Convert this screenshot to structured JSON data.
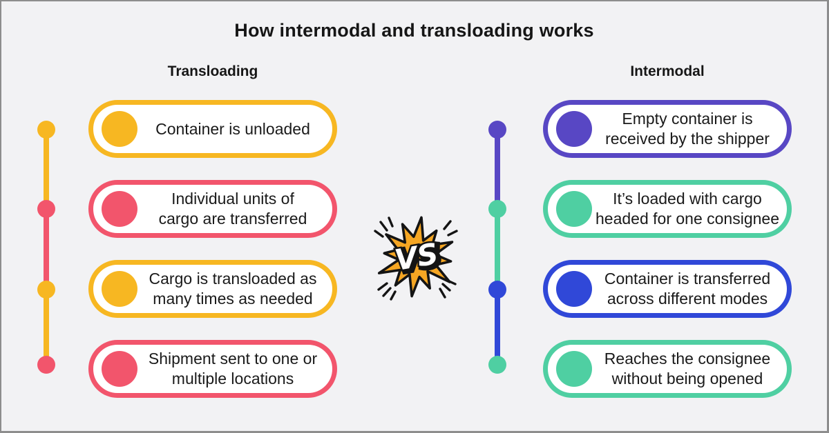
{
  "title": "How intermodal and transloading works",
  "colors": {
    "background": "#F2F2F4",
    "frame_border": "#8D8D8D",
    "text": "#161616",
    "yellow": "#F7B722",
    "red": "#F2556C",
    "purple": "#5847C4",
    "green": "#4FCFA2",
    "blue": "#3048D8",
    "burst_fill": "#F5A623",
    "burst_outline": "#141414",
    "vs_text_fill": "#FFFFFF"
  },
  "vs_badge": {
    "label": "VS"
  },
  "columns": [
    {
      "id": "transloading",
      "header": "Transloading",
      "steps": [
        {
          "lines": [
            "Container is unloaded"
          ],
          "color_key": "yellow"
        },
        {
          "lines": [
            "Individual units of",
            "cargo are transferred"
          ],
          "color_key": "red"
        },
        {
          "lines": [
            "Cargo is transloaded as",
            "many times as needed"
          ],
          "color_key": "yellow"
        },
        {
          "lines": [
            "Shipment sent to one or",
            "multiple locations"
          ],
          "color_key": "red"
        }
      ],
      "timeline": {
        "dot_colors": [
          "yellow",
          "red",
          "yellow",
          "red"
        ],
        "segment_colors": [
          "yellow",
          "red",
          "yellow"
        ]
      }
    },
    {
      "id": "intermodal",
      "header": "Intermodal",
      "steps": [
        {
          "lines": [
            "Empty container is",
            "received by the shipper"
          ],
          "color_key": "purple"
        },
        {
          "lines": [
            "It’s loaded with cargo",
            "headed for one consignee"
          ],
          "color_key": "green"
        },
        {
          "lines": [
            "Container is transferred",
            "across different modes"
          ],
          "color_key": "blue"
        },
        {
          "lines": [
            "Reaches the consignee",
            "without being opened"
          ],
          "color_key": "green"
        }
      ],
      "timeline": {
        "dot_colors": [
          "purple",
          "green",
          "blue",
          "green"
        ],
        "segment_colors": [
          "purple",
          "green",
          "blue"
        ]
      }
    }
  ]
}
